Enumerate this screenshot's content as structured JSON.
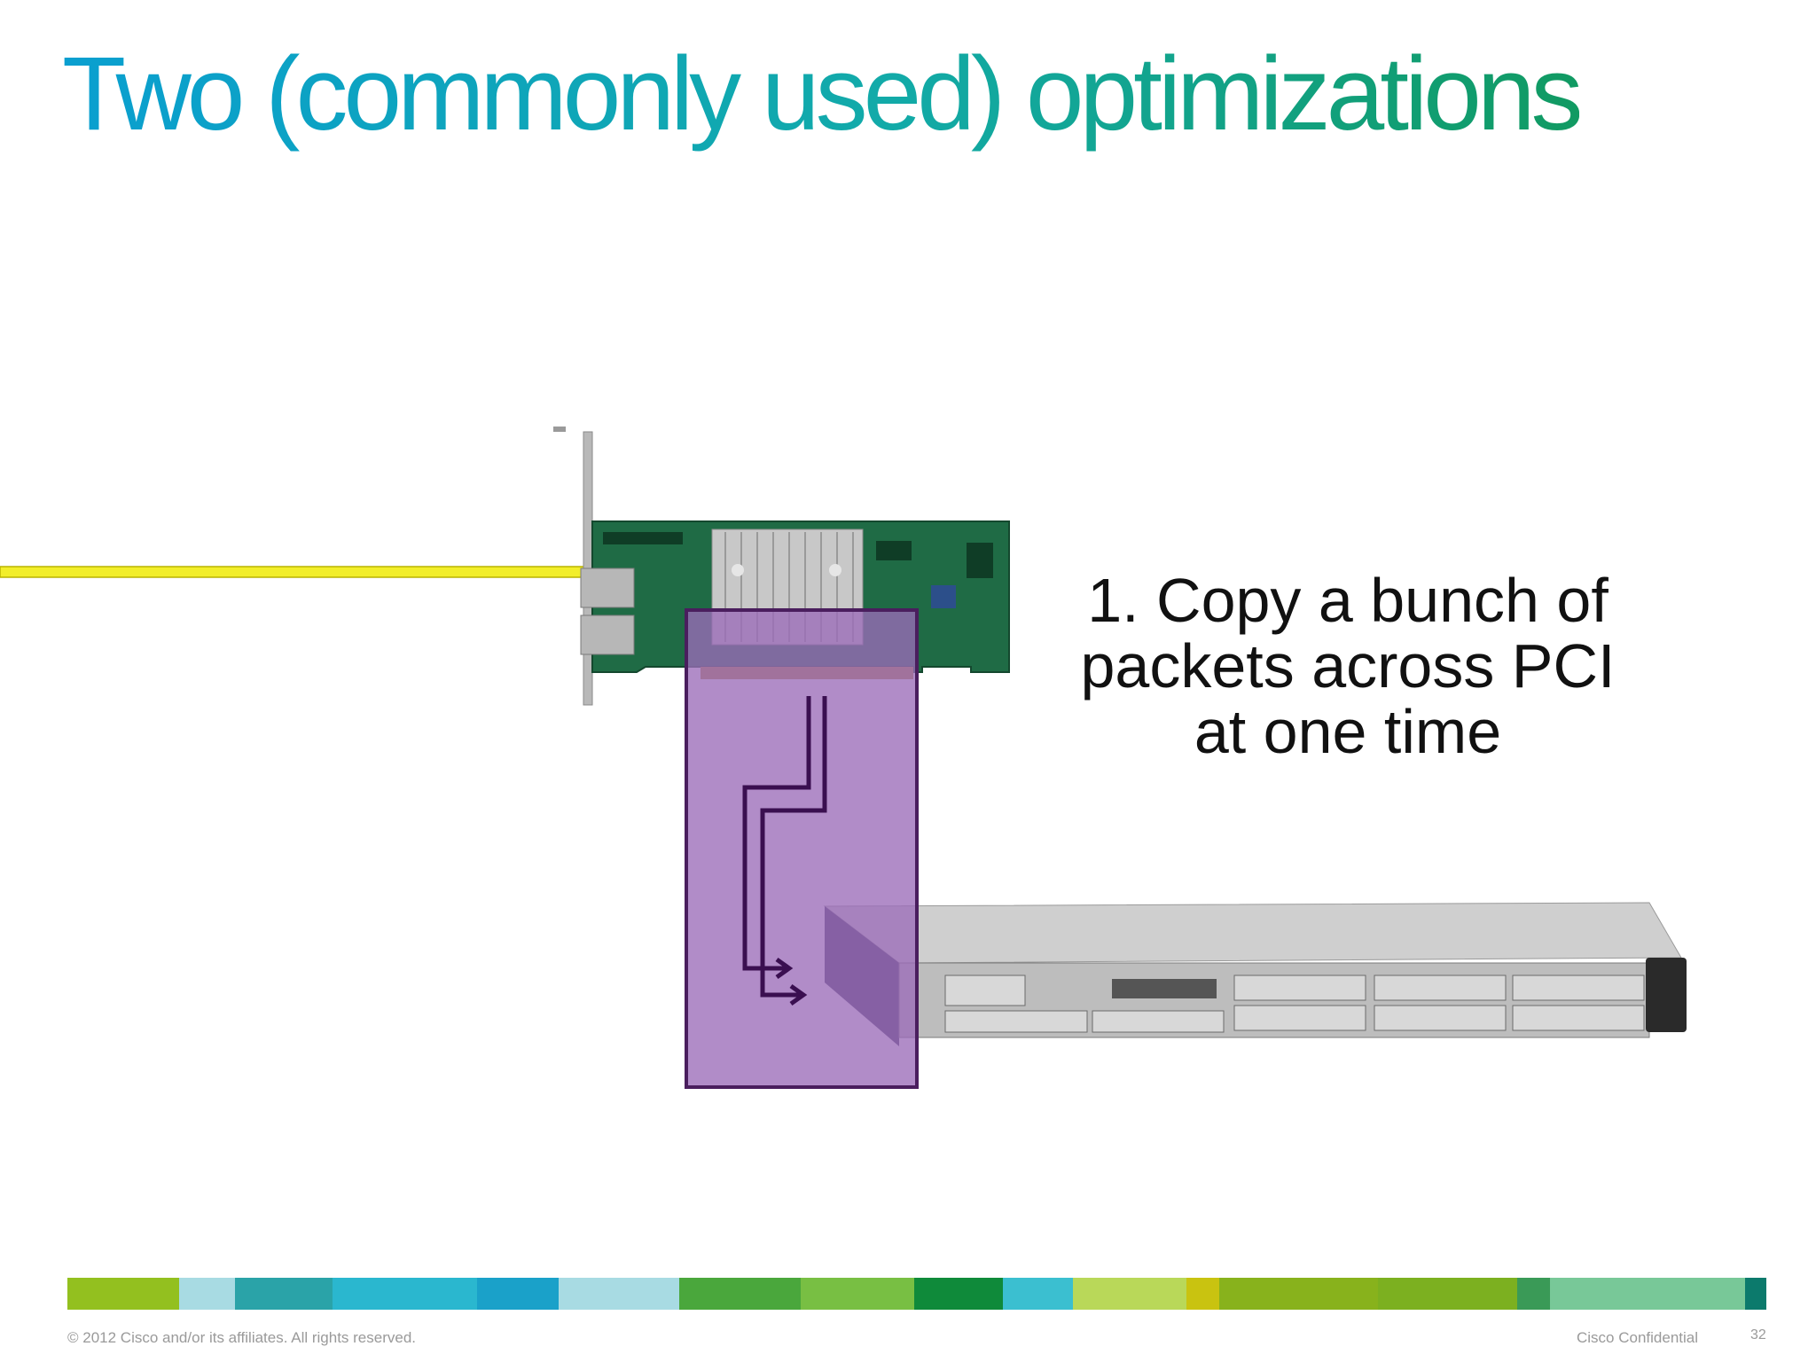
{
  "slide": {
    "title": "Two (commonly used) optimizations",
    "callout": [
      "1. Copy a bunch of",
      "packets across PCI",
      "at one time"
    ]
  },
  "footer": {
    "copyright": "© 2012 Cisco and/or its affiliates. All rights reserved.",
    "confidential": "Cisco Confidential",
    "page": "32"
  },
  "colors": {
    "cable": "#f2ee2a",
    "highlight": "#9b6cb8",
    "highlight_border": "#4a1e5e",
    "pcb": "#1f6b45"
  },
  "band_colors": [
    "#93c01f",
    "#a8dbe3",
    "#2aa3a8",
    "#2ab7cf",
    "#1aa1c9",
    "#a8dbe3",
    "#4aa73c",
    "#78bf43",
    "#0f8a3a",
    "#3bbfd0",
    "#b9d859",
    "#c9c310",
    "#88b21c",
    "#7cb020",
    "#3a9a57",
    "#78c898",
    "#0c7a6c"
  ],
  "band_weights": [
    96,
    48,
    84,
    124,
    70,
    104,
    104,
    98,
    76,
    60,
    98,
    28,
    136,
    120,
    28,
    168,
    18
  ]
}
